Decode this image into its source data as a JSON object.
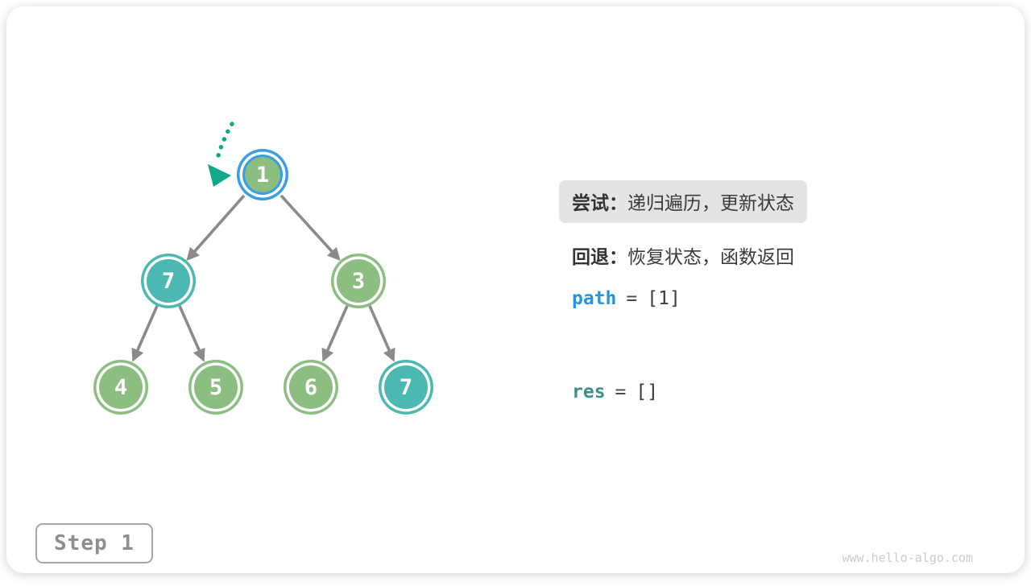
{
  "panel": {
    "try_label": "尝试：",
    "try_text": "递归遍历，更新状态",
    "back_label": "回退：",
    "back_text": "恢复状态，函数返回",
    "path_var": "path",
    "path_eq": "=",
    "path_value": "[1]",
    "res_var": "res",
    "res_eq": "=",
    "res_value": "[]"
  },
  "tree": {
    "nodes": [
      {
        "value": "1",
        "state": "current"
      },
      {
        "value": "7",
        "state": "visited-teal"
      },
      {
        "value": "3",
        "state": "normal"
      },
      {
        "value": "4",
        "state": "normal"
      },
      {
        "value": "5",
        "state": "normal"
      },
      {
        "value": "6",
        "state": "normal"
      },
      {
        "value": "7",
        "state": "visited-teal"
      }
    ]
  },
  "step_badge": {
    "label": "Step 1"
  },
  "watermark": {
    "text": "www.hello-algo.com"
  },
  "colors": {
    "node_green": "#8CBE82",
    "node_teal": "#4BB8B1",
    "current_ring_blue": "#389FE0",
    "edge_gray": "#8A8A8A",
    "cursor_arrow_teal": "#10A88A",
    "path_text_blue": "#2596D9",
    "res_text_teal": "#3A9187",
    "highlight_bg": "#E4E4E4"
  }
}
